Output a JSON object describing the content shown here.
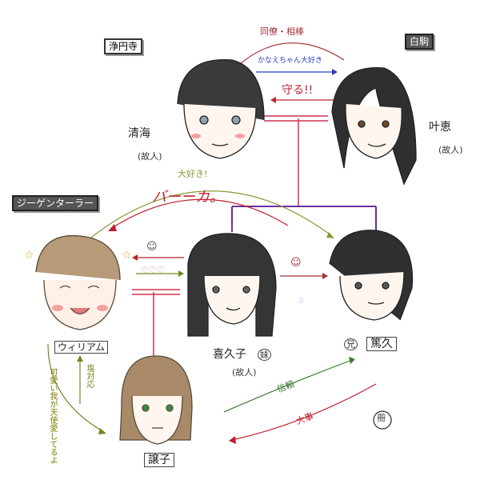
{
  "groups": {
    "jouenji": "浄円寺",
    "hakuba": "白駒",
    "siegenthaler": "ジーゲンターラー"
  },
  "people": {
    "kiyomi": {
      "name": "清海",
      "note": "(故人)"
    },
    "kanae": {
      "name": "叶恵",
      "note": "(故人)"
    },
    "william": {
      "name": "ウィリアム"
    },
    "kikuko": {
      "name": "喜久子",
      "tag": "妹",
      "note": "(故人)"
    },
    "tokuhisa": {
      "name": "篤久",
      "tag": "兄"
    },
    "yuzuru": {
      "name": "譲子"
    }
  },
  "relations": {
    "colleague": "同僚・相棒",
    "loves_kanae": "かなえちゃん大好き",
    "protect": "守る!!",
    "daisuki": "大好き!",
    "baka": "バーーカ。",
    "trust": "信頼",
    "important": "大事",
    "salty": "塩対応",
    "angel": "可愛い我が天使愛してるよ"
  },
  "symbols": {
    "smile": "☺",
    "hearts": "♡♡♡",
    "sweat": "♢",
    "star": "☆",
    "stamp": "冊"
  }
}
